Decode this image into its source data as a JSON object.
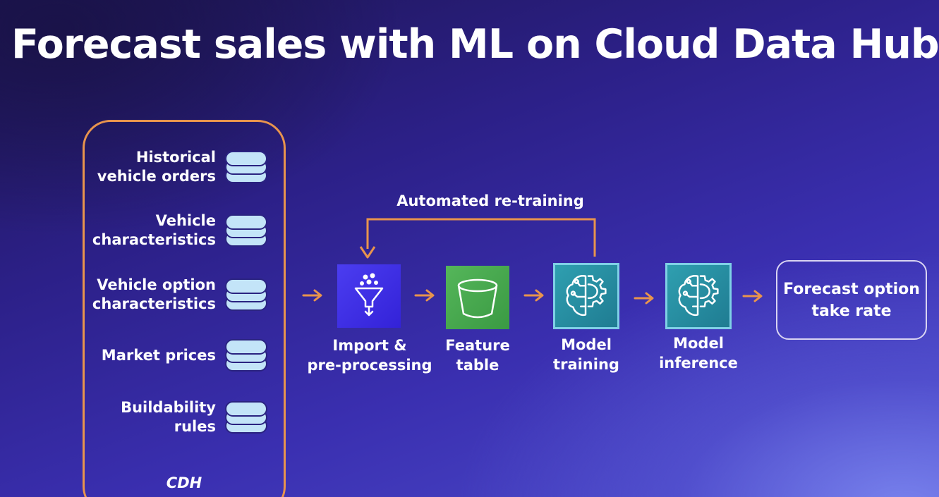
{
  "slide": {
    "title": "Forecast sales with ML on Cloud Data Hub"
  },
  "cdh": {
    "label": "CDH",
    "border_color": "#e8944d",
    "sources": [
      {
        "line1": "Historical",
        "line2": "vehicle orders",
        "icon": "database-icon"
      },
      {
        "line1": "Vehicle",
        "line2": "characteristics",
        "icon": "database-icon"
      },
      {
        "line1": "Vehicle option",
        "line2": "characteristics",
        "icon": "database-icon"
      },
      {
        "line1": "Market prices",
        "line2": "",
        "icon": "database-icon"
      },
      {
        "line1": "Buildability",
        "line2": "rules",
        "icon": "database-icon"
      }
    ]
  },
  "pipeline": {
    "loop_label": "Automated re-training",
    "arrow_color": "#e8944d",
    "steps": [
      {
        "line1": "Import &",
        "line2": "pre-processing",
        "icon": "funnel-filter-icon",
        "color": "#4b3df0"
      },
      {
        "line1": "Feature",
        "line2": "table",
        "icon": "bucket-icon",
        "color": "#4caf50"
      },
      {
        "line1": "Model",
        "line2": "training",
        "icon": "brain-gear-icon",
        "color": "#2f9fb0"
      },
      {
        "line1": "Model",
        "line2": "inference",
        "icon": "brain-gear-icon",
        "color": "#2f9fb0"
      }
    ],
    "output": {
      "line1": "Forecast option",
      "line2": "take rate"
    }
  }
}
